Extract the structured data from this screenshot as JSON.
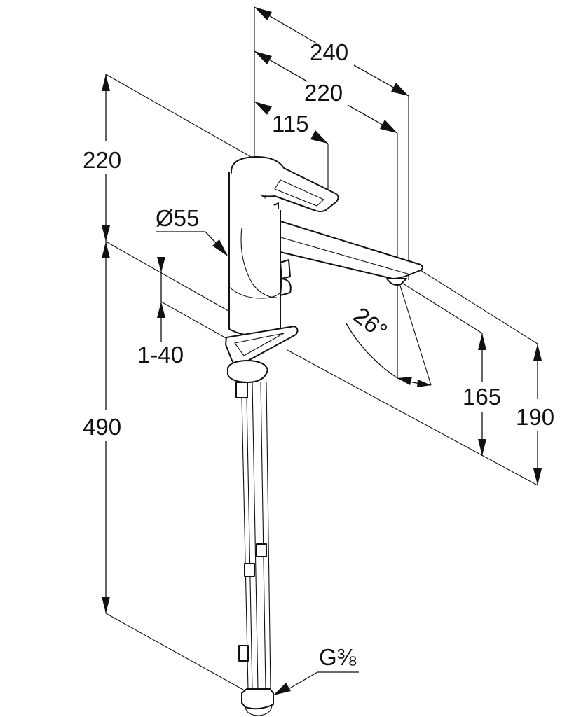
{
  "drawing": {
    "subject": "faucet",
    "line_color": "#111111",
    "background": "#ffffff",
    "dimensions": {
      "spout_reach_total": "240",
      "spout_reach_outlet": "220",
      "lever_reach": "115",
      "body_height_above_deck": "220",
      "body_diameter": "Ø55",
      "deck_thickness": "1-40",
      "overall_height_below": "490",
      "spray_angle": "26°",
      "outlet_height": "165",
      "spout_height": "190",
      "connection_thread": "G⅜"
    }
  }
}
